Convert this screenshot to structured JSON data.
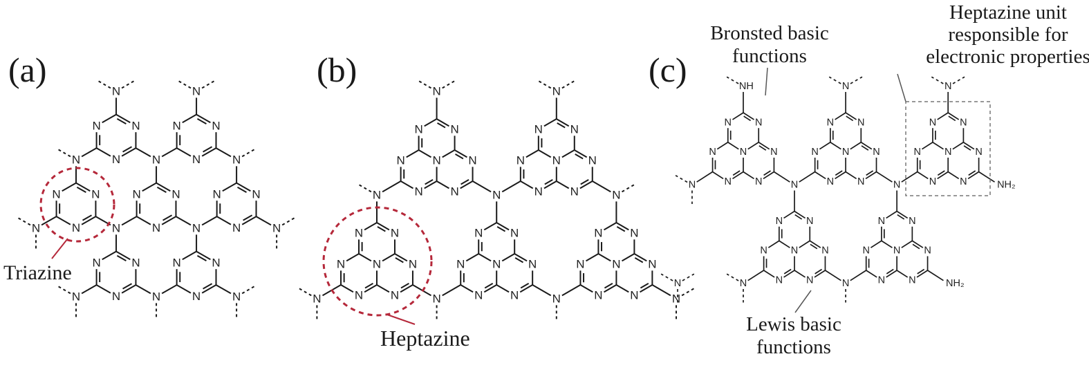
{
  "panels": [
    {
      "id": "a",
      "label": "(a)",
      "unit": "triazine"
    },
    {
      "id": "b",
      "label": "(b)",
      "unit": "heptazine"
    },
    {
      "id": "c",
      "label": "(c)",
      "unit": "heptazine"
    }
  ],
  "atoms": {
    "nitrogen": "N",
    "imine": "NH",
    "amine": "NH₂"
  },
  "annotations": {
    "triazine": "Triazine",
    "heptazine": "Heptazine",
    "bronsted": [
      "Bronsted basic",
      "functions"
    ],
    "heptazine_unit": [
      "Heptazine unit",
      "responsible for",
      "electronic properties"
    ],
    "lewis": [
      "Lewis basic",
      "functions"
    ]
  },
  "colors": {
    "bond": "#1a1a1a",
    "highlight_circle": "#b5283a",
    "leader_line": "#555555",
    "unit_box": "#777777"
  }
}
